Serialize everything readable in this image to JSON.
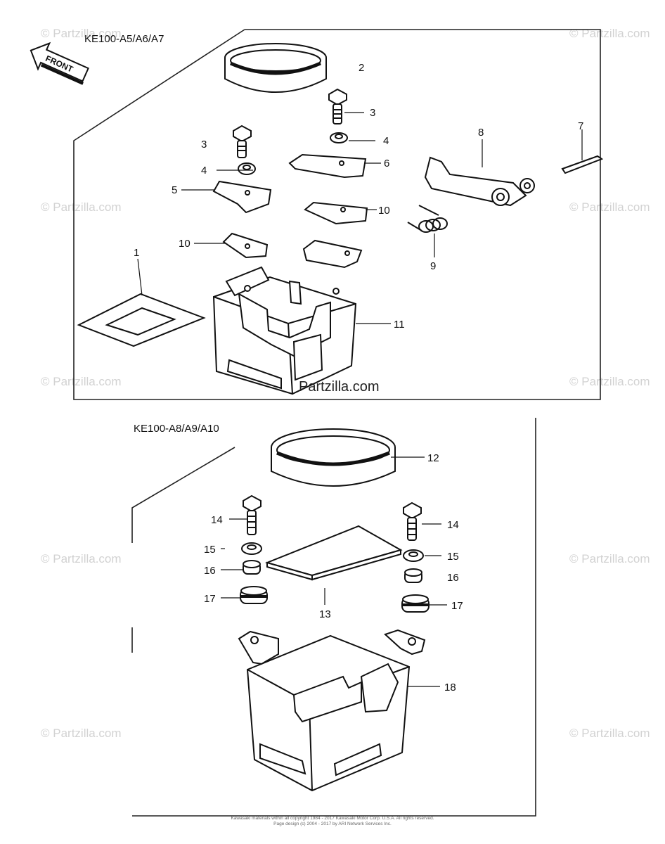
{
  "diagram": {
    "section_a_title": "KE100-A5/A6/A7",
    "section_b_title": "KE100-A8/A9/A10",
    "front_label": "FRONT",
    "watermark_text": "© Partzilla.com",
    "center_watermark": "Partzilla.com",
    "callouts": {
      "c1": "1",
      "c2": "2",
      "c3a": "3",
      "c3b": "3",
      "c4a": "4",
      "c4b": "4",
      "c5": "5",
      "c6": "6",
      "c7": "7",
      "c8": "8",
      "c9": "9",
      "c10a": "10",
      "c10b": "10",
      "c11": "11",
      "c12": "12",
      "c13": "13",
      "c14a": "14",
      "c14b": "14",
      "c15a": "15",
      "c15b": "15",
      "c16a": "16",
      "c16b": "16",
      "c17a": "17",
      "c17b": "17",
      "c18": "18"
    },
    "copyright_line1": "Kawasaki materials within all copyright 1984 - 2017 Kawasaki Motor Corp. U.S.A. All rights reserved.",
    "copyright_line2": "Page design (c) 2004 - 2017 by ARI Network Services Inc."
  }
}
